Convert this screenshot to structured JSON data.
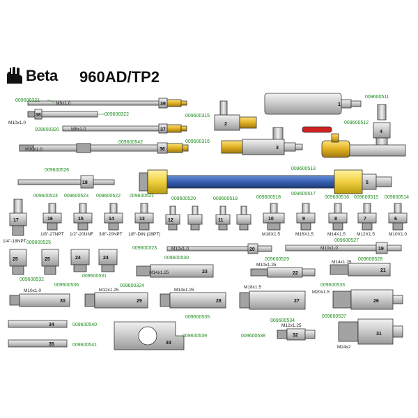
{
  "header": {
    "brand": "Beta",
    "model": "960AD/TP2"
  },
  "codes": {
    "c321": "009600321",
    "c322": "009600322",
    "c320": "009600320",
    "c542": "009600542",
    "c511": "009600511",
    "c315": "009600315",
    "c316": "009600316",
    "c512": "009600512",
    "c526": "009600526",
    "c513": "009600513",
    "c524": "009600524",
    "c523": "009600523",
    "c522": "009600522",
    "c521": "009600521",
    "c520": "009600520",
    "c519": "009600519",
    "c518": "009600518",
    "c517": "009600517",
    "c516": "009600516",
    "c515": "009600515",
    "c514": "009600514",
    "c525": "009600525",
    "c323": "009600323",
    "c527": "009600527",
    "c532": "009600532",
    "c531": "009600531",
    "c530": "009600530",
    "c529": "009600529",
    "c528": "009600528",
    "c536": "009600536",
    "c324": "009600324",
    "c533": "009600533",
    "c535": "009600535",
    "c534": "009600534",
    "c537": "009600537",
    "c540": "009600540",
    "c539": "009600539",
    "c538": "009600538",
    "c541": "009600541"
  },
  "specs": {
    "m9": "M9x1.0",
    "m10a": "M10x1.0",
    "m8": "M8x1.0",
    "m10b": "M10x1.0",
    "npt27": "1/8\"-27NPT",
    "npt20unf": "1/2\"-20UNF",
    "npt20": "3/8\"-20NPT",
    "din28": "1/8\"-DIN (28PT)",
    "m18": "M18X1.5",
    "m16": "M16X1.5",
    "m14": "M14X1.5",
    "m12": "M12X1.5",
    "m10x1": "M10X1.0",
    "npt18": "1/4\"-18NPT",
    "m10c": "M10x1.0",
    "m10d": "M10x1.0",
    "m14125": "M14x1.25",
    "m10125": "M10x1.25",
    "m14125b": "M14x1.25",
    "m10e": "M10x1.0",
    "m12125": "M12x1.25",
    "m14125c": "M14x1.25",
    "m1815": "M18x1.5",
    "m2015": "M20x1.5",
    "m12125b": "M12x1.25",
    "m242": "M24x2"
  },
  "part_numbers": [
    "1",
    "2",
    "3",
    "4",
    "5",
    "6",
    "7",
    "8",
    "9",
    "10",
    "11",
    "12",
    "13",
    "14",
    "15",
    "16",
    "17",
    "18",
    "19",
    "20",
    "21",
    "22",
    "23",
    "24",
    "25",
    "26",
    "27",
    "28",
    "29",
    "30",
    "31",
    "32",
    "33",
    "34",
    "35",
    "36",
    "37",
    "38",
    "39"
  ],
  "colors": {
    "label_green": "#1c8a1c",
    "brass": "#e0b020",
    "hose_blue": "#3560b0",
    "hose_yellow": "#f0d040",
    "steel": "#d6d6d6",
    "valve_red": "#d02020"
  }
}
